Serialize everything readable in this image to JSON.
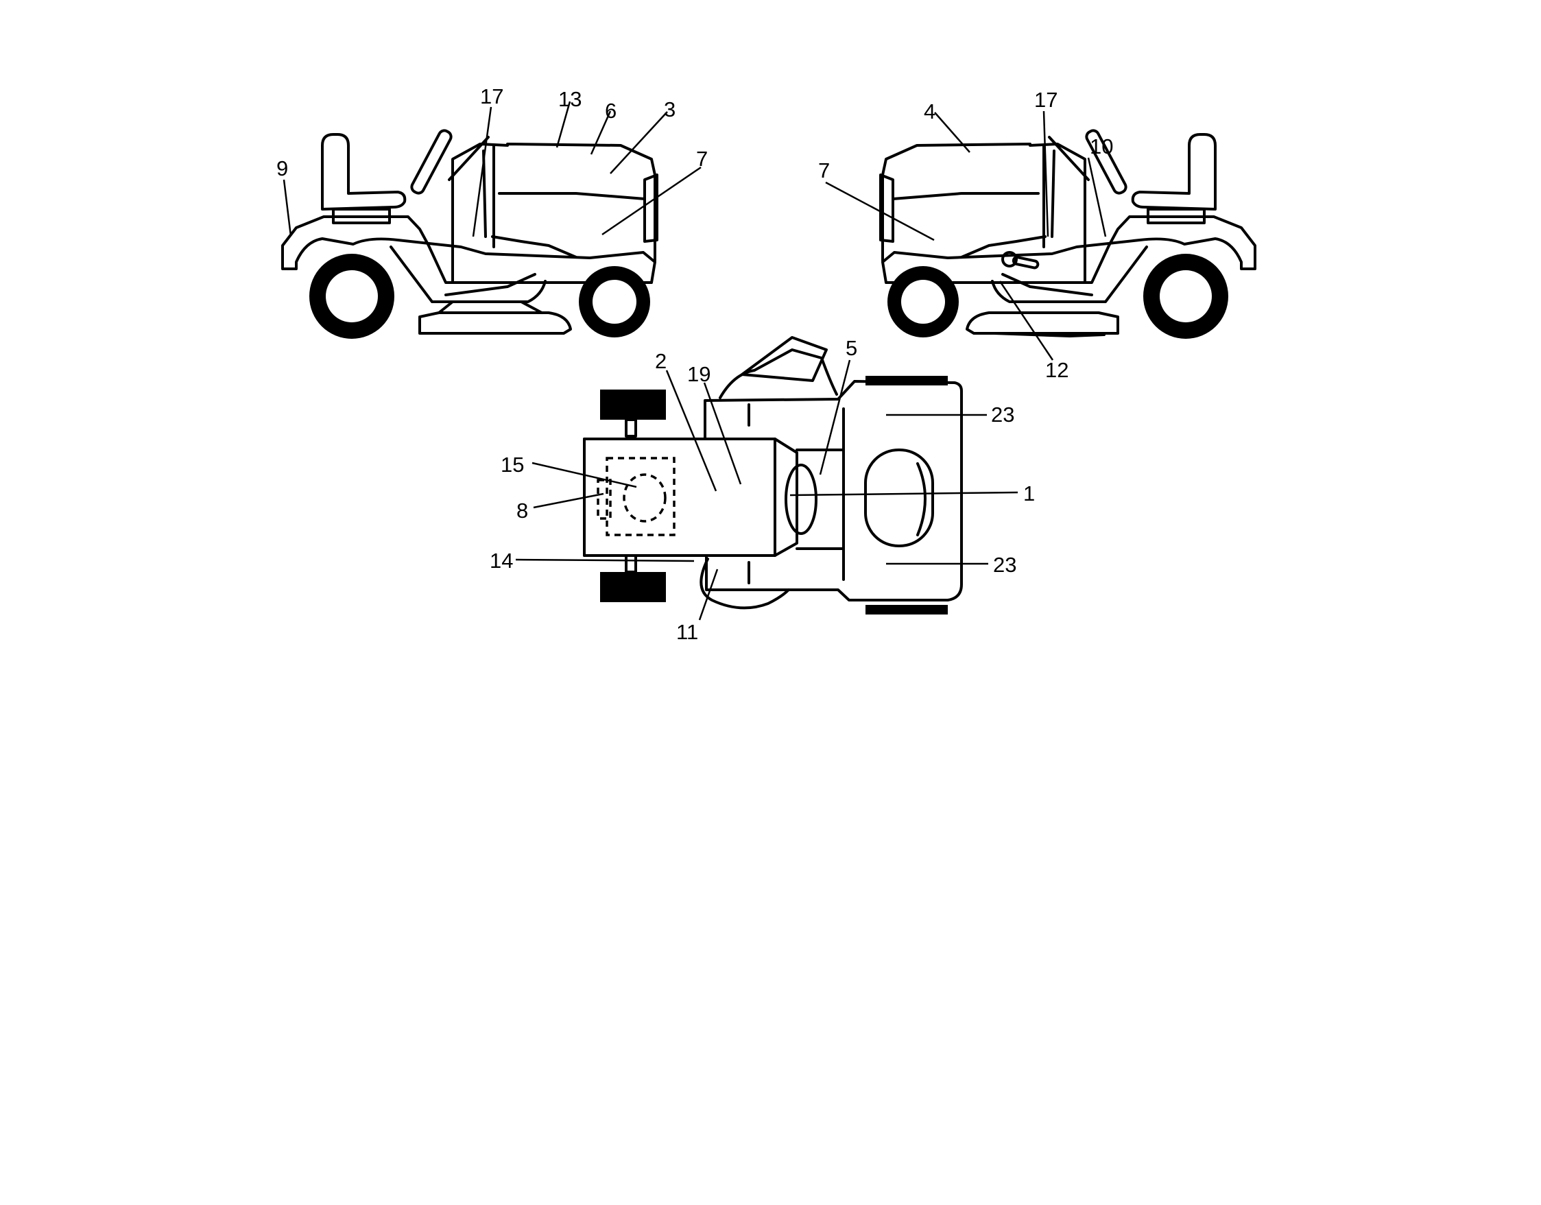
{
  "callouts": {
    "left_view": {
      "c17": "17",
      "c13": "13",
      "c6": "6",
      "c3": "3",
      "c7": "7",
      "c9": "9"
    },
    "right_view": {
      "c4": "4",
      "c17": "17",
      "c10": "10",
      "c7": "7",
      "c12": "12"
    },
    "top_view": {
      "c2": "2",
      "c19": "19",
      "c5": "5",
      "c23a": "23",
      "c15": "15",
      "c1": "1",
      "c8": "8",
      "c14": "14",
      "c23b": "23",
      "c11": "11"
    }
  }
}
